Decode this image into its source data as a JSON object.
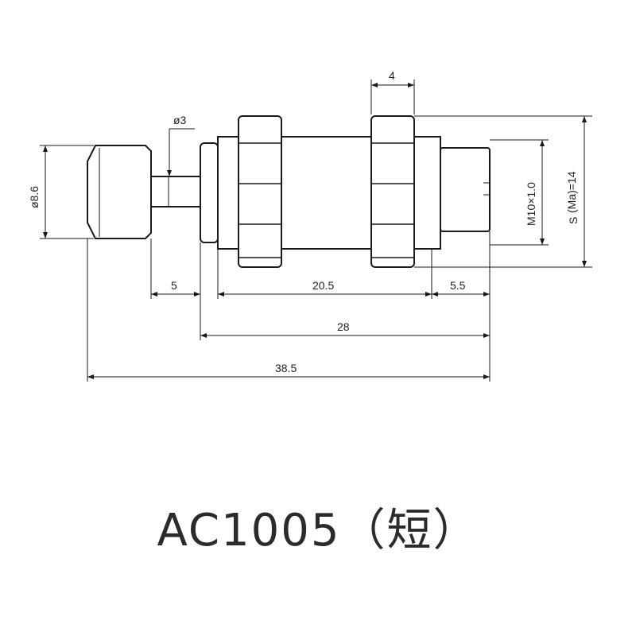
{
  "title": "AC1005（短）",
  "dimensions": {
    "phi3": "ø3",
    "phi8_6": "ø8.6",
    "w4": "4",
    "d5": "5",
    "d20_5": "20.5",
    "d5_5": "5.5",
    "d28": "28",
    "d38_5": "38.5",
    "thread": "M10×1.0",
    "stroke_s": "S",
    "stroke_sub": "(Ma)=14"
  }
}
